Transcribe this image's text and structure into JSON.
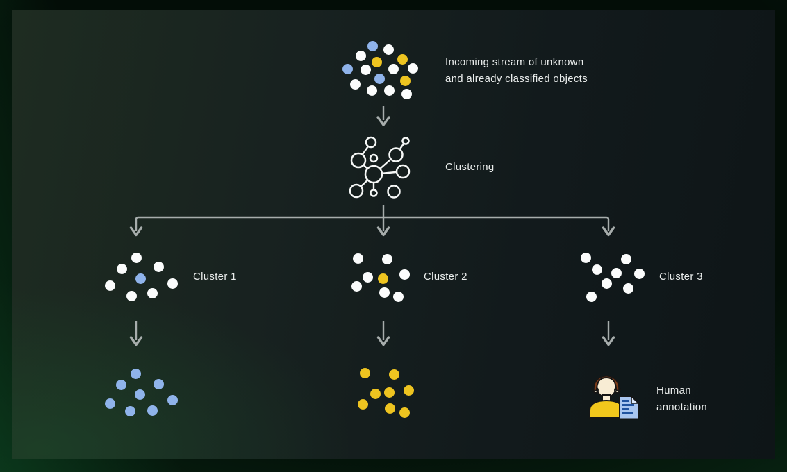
{
  "colors": {
    "frame_green_bright": "#115026",
    "frame_green_dark": "#030d07",
    "panel_green": "#1e2c21",
    "panel_dark": "#0e1517",
    "text_main": "#eaedec",
    "arrow_gray": "#a7adac",
    "icon_stroke": "#f5f7f6",
    "dot_white": "#fbfcfc",
    "dot_blue": "#8fb3ea",
    "dot_yellow": "#eec420",
    "hair_brown": "#7c3a17",
    "skin_cream": "#f8ecd4",
    "shirt_yellow": "#f2c71c",
    "doc_blue": "#a9c6f0",
    "doc_fold": "#dde9fc",
    "doc_line_blue": "#2053a0",
    "icon_outline": "#161616"
  },
  "stream": {
    "label_line1": "Incoming stream of unknown",
    "label_line2": "and already classified objects",
    "dots": [
      [
        49,
        8,
        "b"
      ],
      [
        72,
        13,
        "w"
      ],
      [
        32,
        22,
        "w"
      ],
      [
        92,
        27,
        "y"
      ],
      [
        55,
        31,
        "y"
      ],
      [
        13,
        41,
        "b"
      ],
      [
        39,
        42,
        "w"
      ],
      [
        79,
        41,
        "w"
      ],
      [
        107,
        40,
        "w"
      ],
      [
        59,
        55,
        "b"
      ],
      [
        96,
        58,
        "y"
      ],
      [
        24,
        63,
        "w"
      ],
      [
        48,
        72,
        "w"
      ],
      [
        73,
        72,
        "w"
      ],
      [
        98,
        77,
        "w"
      ]
    ]
  },
  "clustering": {
    "label": "Clustering"
  },
  "clusters": [
    {
      "label": "Cluster 1",
      "dots": [
        [
          46,
          9,
          "w"
        ],
        [
          25,
          25,
          "w"
        ],
        [
          78,
          22,
          "w"
        ],
        [
          52,
          39,
          "b"
        ],
        [
          8,
          49,
          "w"
        ],
        [
          98,
          46,
          "w"
        ],
        [
          39,
          64,
          "w"
        ],
        [
          69,
          60,
          "w"
        ]
      ]
    },
    {
      "label": "Cluster 2",
      "dots": [
        [
          10,
          10,
          "w"
        ],
        [
          52,
          11,
          "w"
        ],
        [
          24,
          37,
          "w"
        ],
        [
          46,
          39,
          "y"
        ],
        [
          77,
          33,
          "w"
        ],
        [
          8,
          50,
          "w"
        ],
        [
          48,
          59,
          "w"
        ],
        [
          68,
          65,
          "w"
        ]
      ]
    },
    {
      "label": "Cluster 3",
      "dots": [
        [
          8,
          9,
          "w"
        ],
        [
          66,
          11,
          "w"
        ],
        [
          24,
          26,
          "w"
        ],
        [
          52,
          31,
          "w"
        ],
        [
          85,
          32,
          "w"
        ],
        [
          38,
          46,
          "w"
        ],
        [
          69,
          53,
          "w"
        ],
        [
          16,
          65,
          "w"
        ]
      ]
    }
  ],
  "outputs": {
    "cluster1_dots": [
      [
        45,
        8,
        "b"
      ],
      [
        24,
        24,
        "b"
      ],
      [
        78,
        23,
        "b"
      ],
      [
        51,
        38,
        "b"
      ],
      [
        8,
        51,
        "b"
      ],
      [
        98,
        46,
        "b"
      ],
      [
        37,
        62,
        "b"
      ],
      [
        69,
        61,
        "b"
      ]
    ],
    "cluster2_dots": [
      [
        20,
        7,
        "y"
      ],
      [
        62,
        9,
        "y"
      ],
      [
        35,
        37,
        "y"
      ],
      [
        55,
        35,
        "y"
      ],
      [
        83,
        32,
        "y"
      ],
      [
        17,
        52,
        "y"
      ],
      [
        56,
        58,
        "y"
      ],
      [
        77,
        64,
        "y"
      ]
    ],
    "human": {
      "label_line1": "Human",
      "label_line2": "annotation"
    }
  }
}
